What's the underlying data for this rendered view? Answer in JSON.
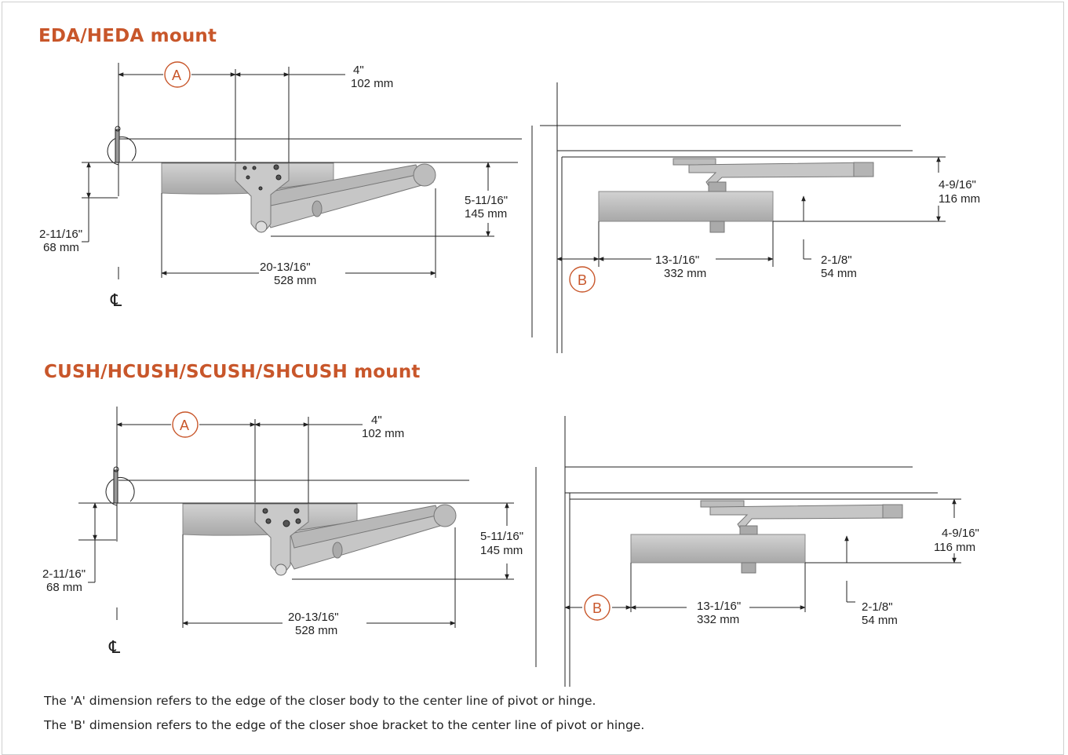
{
  "sections": [
    {
      "title": "EDA/HEDA mount",
      "side_view": {
        "label_a": "A",
        "dim_4_in": "4\"",
        "dim_4_mm": "102 mm",
        "dim_height_in": "5-11/16\"",
        "dim_height_mm": "145 mm",
        "dim_offset_in": "2-11/16\"",
        "dim_offset_mm": "68 mm",
        "dim_length_in": "20-13/16\"",
        "dim_length_mm": "528 mm",
        "centerline_symbol": "℄"
      },
      "top_view": {
        "label_b": "B",
        "dim_depth_in": "4-9/16\"",
        "dim_depth_mm": "116 mm",
        "dim_body_in": "13-1/16\"",
        "dim_body_mm": "332 mm",
        "dim_shoe_in": "2-1/8\"",
        "dim_shoe_mm": "54 mm"
      }
    },
    {
      "title": "CUSH/HCUSH/SCUSH/SHCUSH mount",
      "side_view": {
        "label_a": "A",
        "dim_4_in": "4\"",
        "dim_4_mm": "102 mm",
        "dim_height_in": "5-11/16\"",
        "dim_height_mm": "145 mm",
        "dim_offset_in": "2-11/16\"",
        "dim_offset_mm": "68 mm",
        "dim_length_in": "20-13/16\"",
        "dim_length_mm": "528 mm",
        "centerline_symbol": "℄"
      },
      "top_view": {
        "label_b": "B",
        "dim_depth_in": "4-9/16\"",
        "dim_depth_mm": "116 mm",
        "dim_body_in": "13-1/16\"",
        "dim_body_mm": "332 mm",
        "dim_shoe_in": "2-1/8\"",
        "dim_shoe_mm": "54 mm"
      }
    }
  ],
  "notes": [
    "The 'A' dimension refers to the edge of the closer body to the center line of pivot or hinge.",
    "The 'B' dimension refers to the edge of the closer shoe bracket to the center line of pivot or hinge."
  ],
  "colors": {
    "accent": "#c8562a",
    "line": "#222222",
    "closer_body": "#bdbdbd",
    "closer_dark": "#8a8a8a"
  }
}
